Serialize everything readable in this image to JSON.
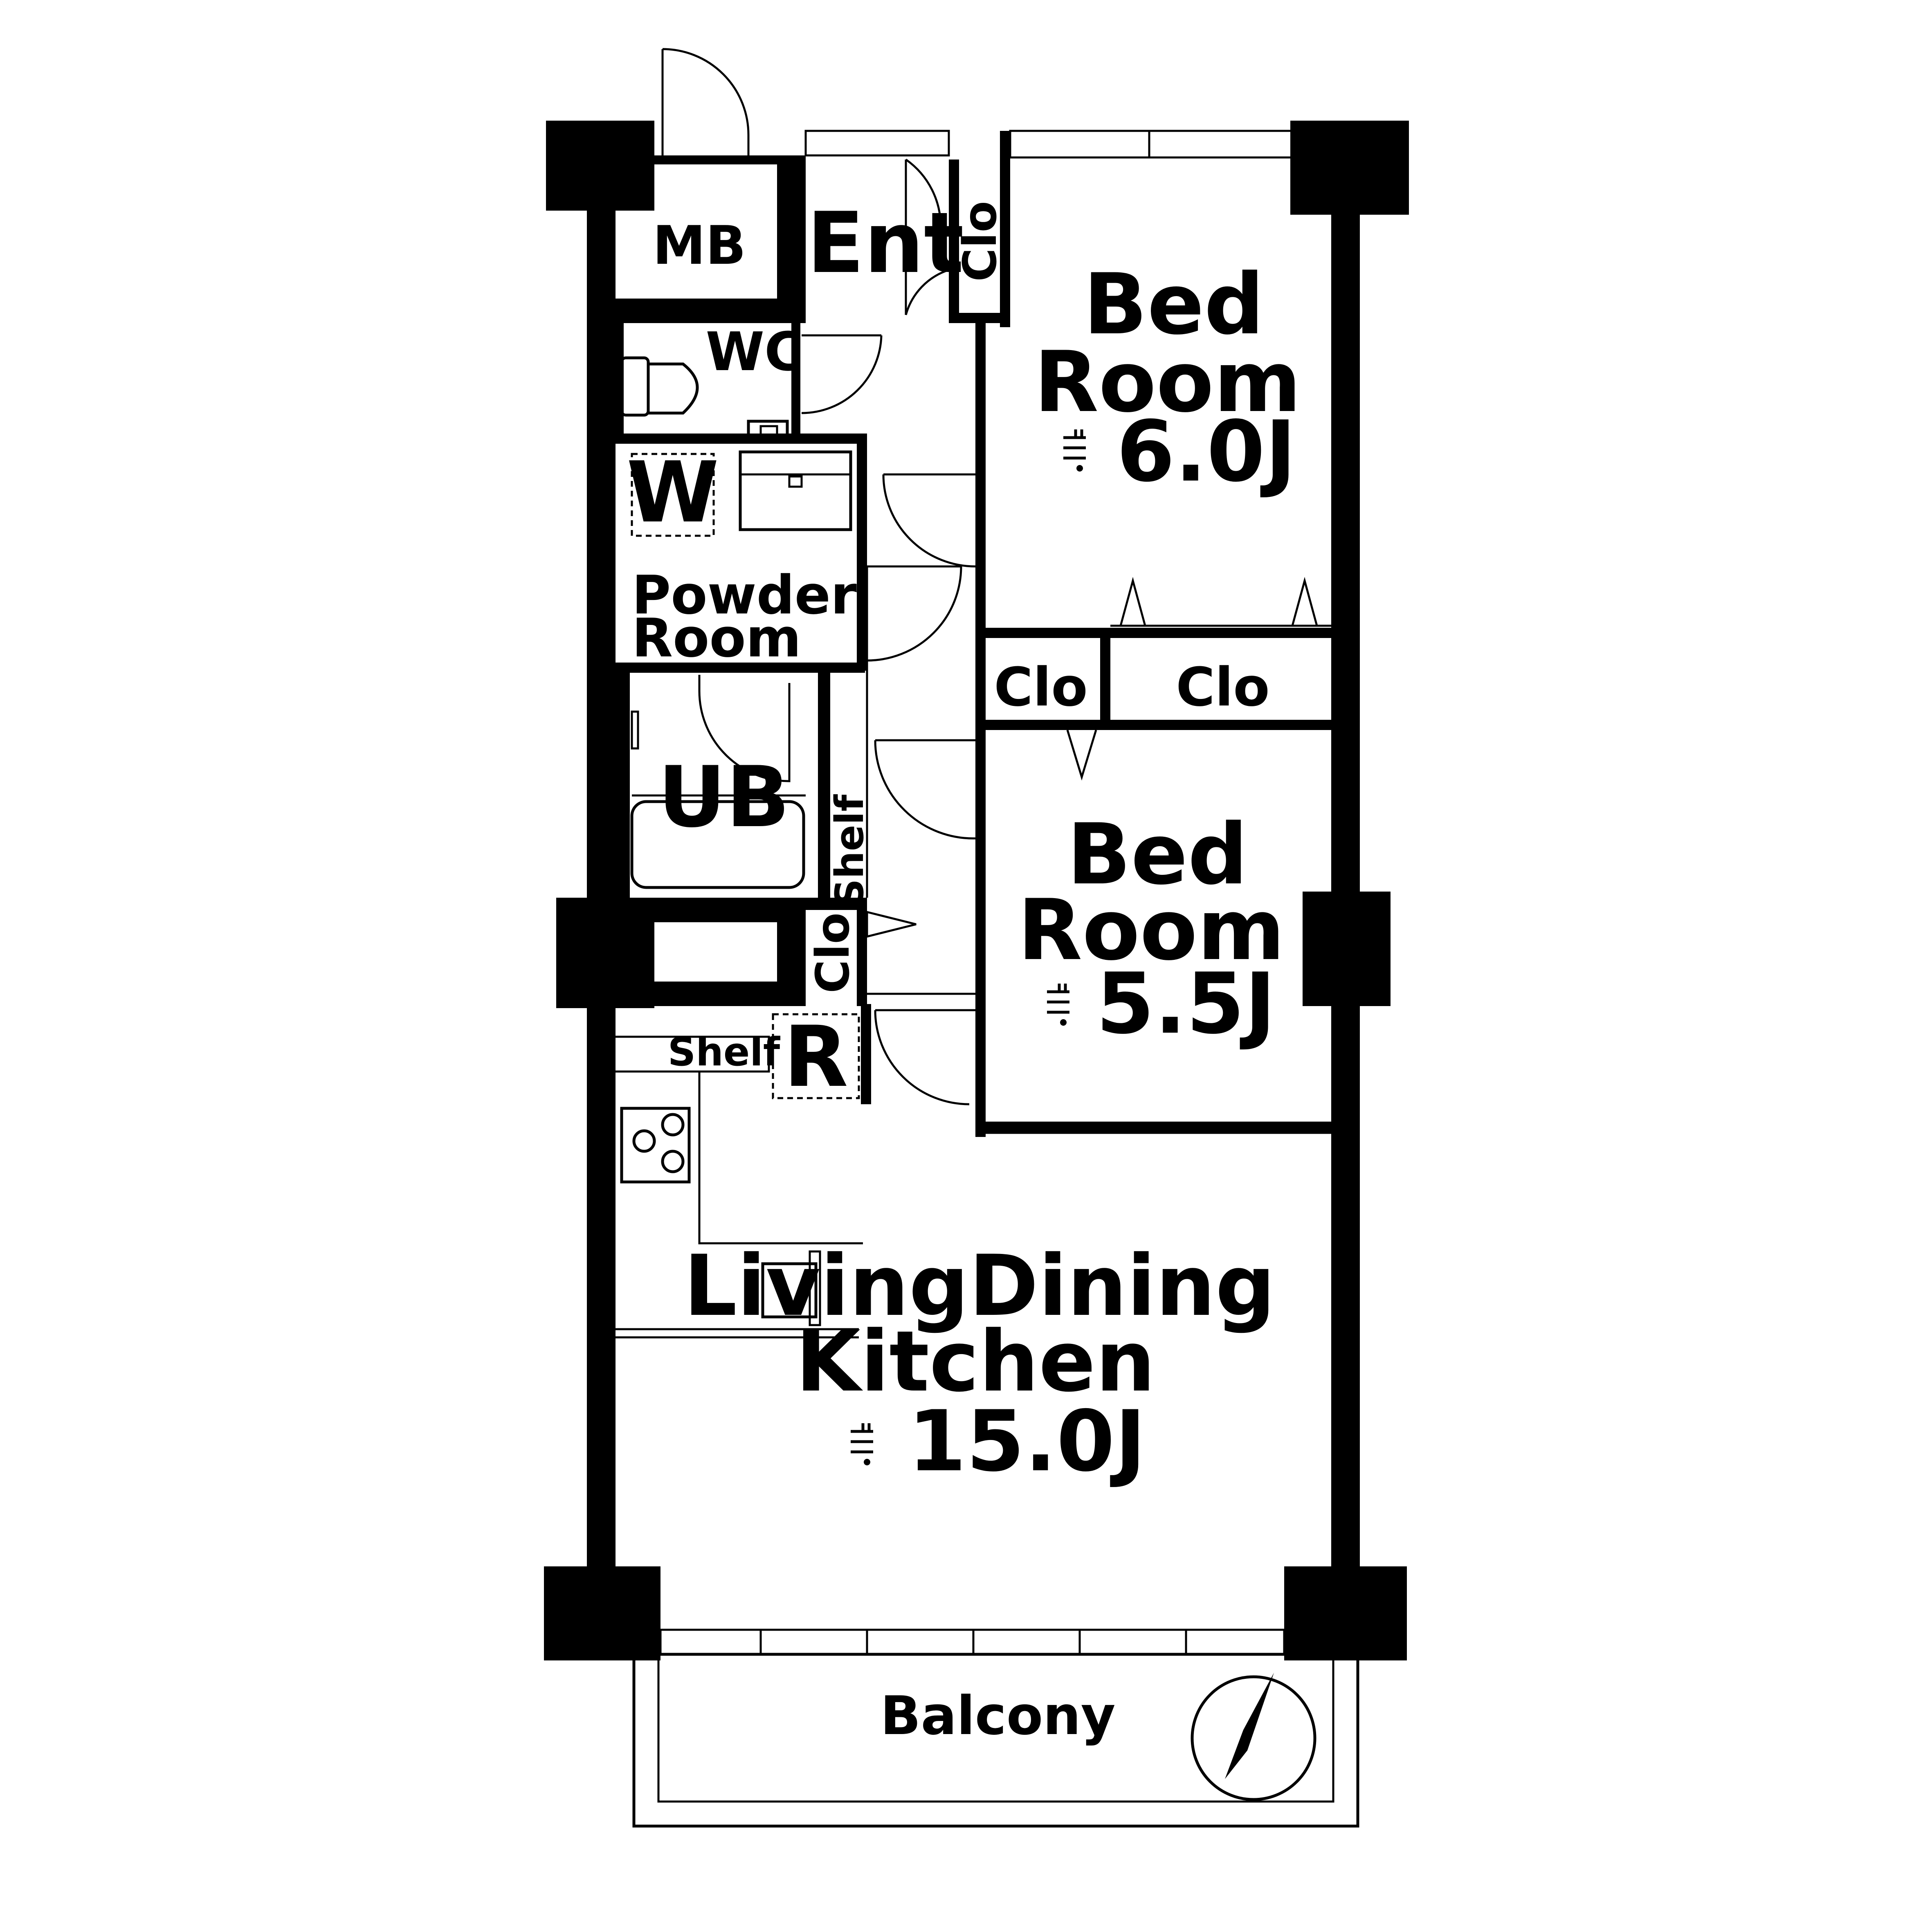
{
  "rooms": {
    "bed_room_1": {
      "line1": "Bed",
      "line2": "Room",
      "size": "6.0J"
    },
    "bed_room_2": {
      "line1": "Bed",
      "line2": "Room",
      "size": "5.5J"
    },
    "ldk": {
      "line1": "LivingDining",
      "line2": "Kitchen",
      "size": "15.0J"
    },
    "entrance": "Ent",
    "meter_box": "MB",
    "wc": "WC",
    "washer": "W",
    "powder_room": {
      "line1": "Powder",
      "line2": "Room"
    },
    "unit_bath": "UB",
    "refrigerator": "R",
    "balcony": "Balcony"
  },
  "storage": {
    "entrance_closet": "Clo",
    "bedroom1_closet_left": "Clo",
    "bedroom1_closet_right": "Clo",
    "hall_closet": "Clo",
    "hall_shelf": "Shelf",
    "kitchen_shelf": "Shelf"
  },
  "icons": {
    "area_mark": "tatami-area-icon",
    "compass": "north-arrow-compass-icon"
  },
  "colors": {
    "ink": "#000000",
    "paper": "#ffffff"
  }
}
